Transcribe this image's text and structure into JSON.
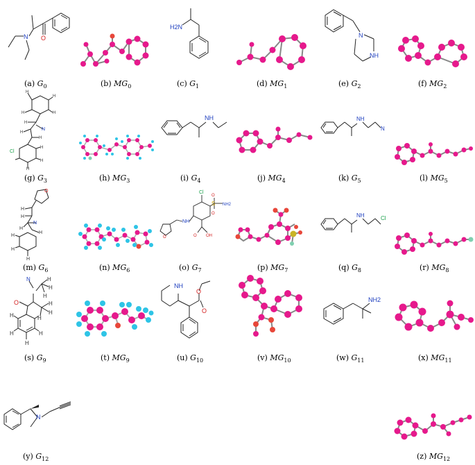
{
  "figure": {
    "panels": [
      {
        "id": "a",
        "letter": "(a)",
        "prefix": "",
        "sub": "0"
      },
      {
        "id": "b",
        "letter": "(b)",
        "prefix": "M",
        "sub": "0"
      },
      {
        "id": "c",
        "letter": "(c)",
        "prefix": "",
        "sub": "1"
      },
      {
        "id": "d",
        "letter": "(d)",
        "prefix": "M",
        "sub": "1"
      },
      {
        "id": "e",
        "letter": "(e)",
        "prefix": "",
        "sub": "2"
      },
      {
        "id": "f",
        "letter": "(f)",
        "prefix": "M",
        "sub": "2"
      },
      {
        "id": "g",
        "letter": "(g)",
        "prefix": "",
        "sub": "3"
      },
      {
        "id": "h",
        "letter": "(h)",
        "prefix": "M",
        "sub": "3"
      },
      {
        "id": "i",
        "letter": "(i)",
        "prefix": "",
        "sub": "4"
      },
      {
        "id": "j",
        "letter": "(j)",
        "prefix": "M",
        "sub": "4"
      },
      {
        "id": "k",
        "letter": "(k)",
        "prefix": "",
        "sub": "5"
      },
      {
        "id": "l",
        "letter": "(l)",
        "prefix": "M",
        "sub": "5"
      },
      {
        "id": "m",
        "letter": "(m)",
        "prefix": "",
        "sub": "6"
      },
      {
        "id": "n",
        "letter": "(n)",
        "prefix": "M",
        "sub": "6"
      },
      {
        "id": "o",
        "letter": "(o)",
        "prefix": "",
        "sub": "7"
      },
      {
        "id": "p",
        "letter": "(p)",
        "prefix": "M",
        "sub": "7"
      },
      {
        "id": "q",
        "letter": "(q)",
        "prefix": "",
        "sub": "8"
      },
      {
        "id": "r",
        "letter": "(r)",
        "prefix": "M",
        "sub": "8"
      },
      {
        "id": "s",
        "letter": "(s)",
        "prefix": "",
        "sub": "9"
      },
      {
        "id": "t",
        "letter": "(t)",
        "prefix": "M",
        "sub": "9"
      },
      {
        "id": "u",
        "letter": "(u)",
        "prefix": "",
        "sub": "10"
      },
      {
        "id": "v",
        "letter": "(v)",
        "prefix": "M",
        "sub": "10"
      },
      {
        "id": "w",
        "letter": "(w)",
        "prefix": "",
        "sub": "11"
      },
      {
        "id": "x",
        "letter": "(x)",
        "prefix": "M",
        "sub": "11"
      },
      {
        "id": "y",
        "letter": "(y)",
        "prefix": "",
        "sub": "12"
      },
      {
        "id": "z",
        "letter": "(z)",
        "prefix": "M",
        "sub": "12"
      }
    ],
    "atom_labels": {
      "n": "N",
      "nh": "NH",
      "h2n": "H2N",
      "nh2": "NH2",
      "o": "O",
      "oh": "OH",
      "s": "S",
      "cl": "Cl",
      "n_tri": "N",
      "h": "H"
    },
    "colors": {
      "ball_atom": "#e6198c",
      "ball_hydrogen": "#2ec4e6",
      "ball_oxygen": "#e8473a",
      "ball_halogen": "#7fd0b0",
      "ball_sulfur": "#c9b426",
      "nitrogen_label": "#1e3fbf",
      "oxygen_label": "#d42020",
      "sulfur_label": "#c9a000",
      "chlorine_label": "#1aa04a",
      "bond": "#222222"
    }
  }
}
